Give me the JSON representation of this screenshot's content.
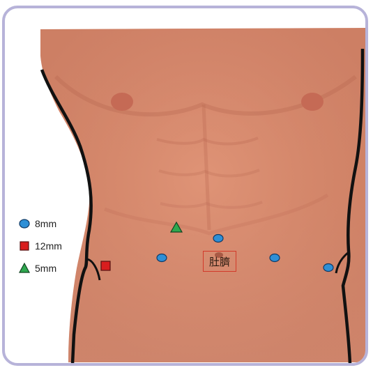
{
  "legend": [
    {
      "marker": "circle",
      "color": "#2e8fd6",
      "label": "8mm",
      "icon": "blue-circle-icon"
    },
    {
      "marker": "square",
      "color": "#d81e1e",
      "label": "12mm",
      "icon": "red-square-icon"
    },
    {
      "marker": "triangle",
      "color": "#2fa84f",
      "label": "5mm",
      "icon": "green-triangle-icon"
    }
  ],
  "navel_label": "肚臍",
  "colors": {
    "frame_border": "#b7b3d9",
    "skin": "#d9876a",
    "label_border": "#d23a2a"
  }
}
